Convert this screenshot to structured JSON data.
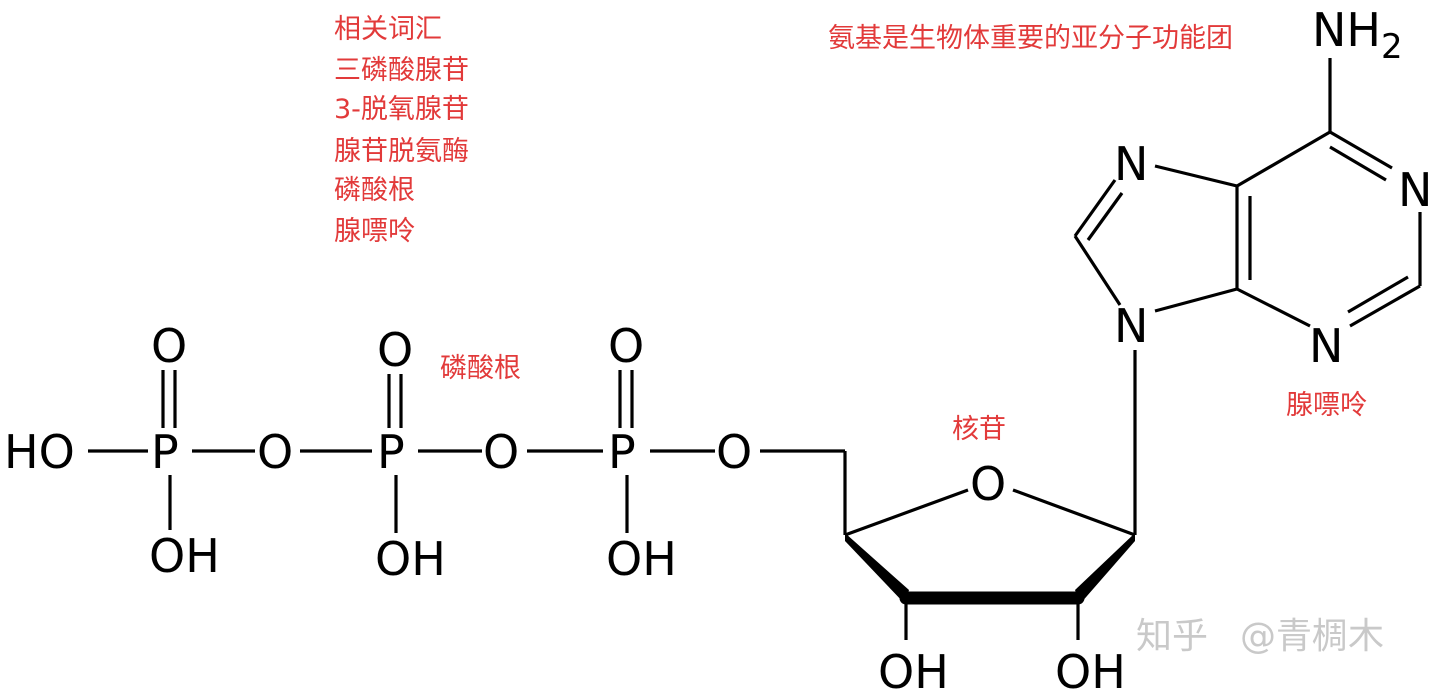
{
  "annotations": {
    "related_words_title": "相关词汇",
    "related_words": [
      "三磷酸腺苷",
      "3-脱氧腺苷",
      "腺苷脱氨酶",
      "磷酸根",
      "腺嘌呤"
    ],
    "amino_note": "氨基是生物体重要的亚分子功能团",
    "phosphate_label": "磷酸根",
    "nucleoside_label": "核苷",
    "adenine_label": "腺嘌呤"
  },
  "atoms": {
    "ho_left": "HO",
    "p1": "P",
    "p2": "P",
    "p3": "P",
    "o_top1": "O",
    "o_top2": "O",
    "o_top3": "O",
    "o_bridge1": "O",
    "o_bridge2": "O",
    "o_bridge3": "O",
    "oh_p1": "OH",
    "oh_p2": "OH",
    "oh_p3": "OH",
    "o_ring": "O",
    "oh_c3": "OH",
    "oh_c2": "OH",
    "n9": "N",
    "n7": "N",
    "n1": "N",
    "n3": "N",
    "nh2_n": "NH",
    "nh2_sub": "2"
  },
  "watermark": {
    "site": "知乎",
    "author": "@青椆木"
  }
}
